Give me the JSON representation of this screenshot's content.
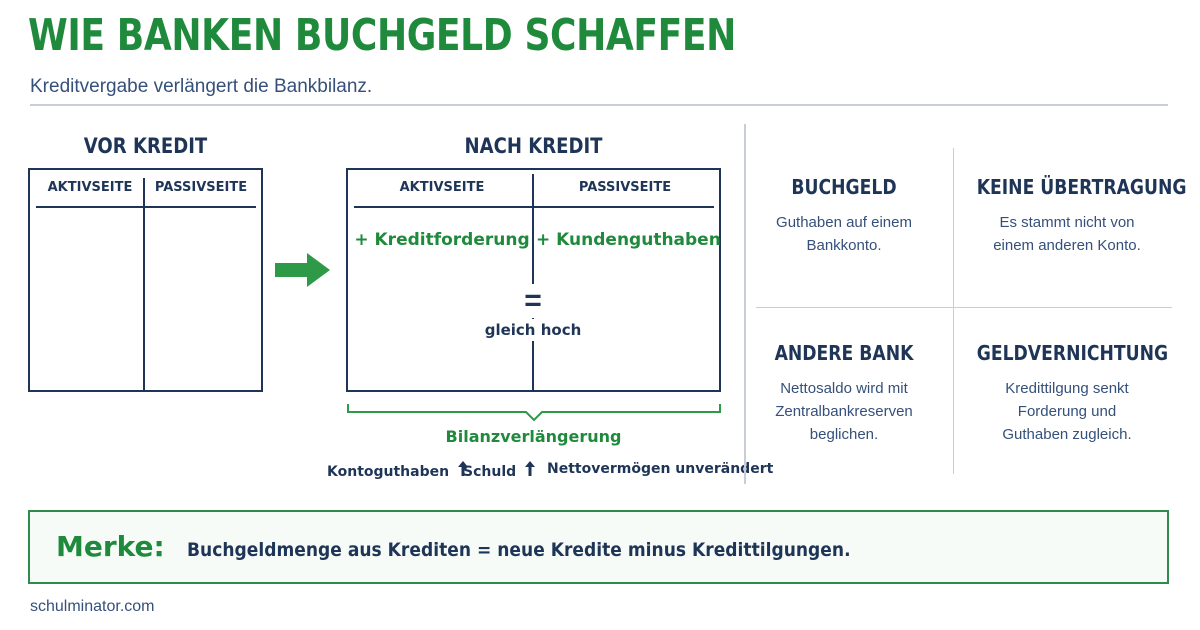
{
  "title": "WIE BANKEN BUCHGELD SCHAFFEN",
  "subtitle": "Kreditvergabe verlängert die Bankbilanz.",
  "before": {
    "heading": "VOR KREDIT",
    "col_left": "AKTIVSEITE",
    "col_right": "PASSIVSEITE"
  },
  "after": {
    "heading": "NACH KREDIT",
    "col_left": "AKTIVSEITE",
    "col_right": "PASSIVSEITE",
    "entry_left": "+ Kreditforderung",
    "entry_right": "+ Kundenguthaben",
    "equals_sign": "=",
    "equals_label": "gleich hoch",
    "brace_label": "Bilanzverlängerung"
  },
  "notes": [
    {
      "label": "Kontoguthaben",
      "arrow": "🠕"
    },
    {
      "label": "Schuld",
      "arrow": "🠕"
    },
    {
      "label": "Nettovermögen unverändert",
      "arrow": ""
    }
  ],
  "cards": [
    {
      "title": "BUCHGELD",
      "text": "Guthaben auf einem\nBankkonto."
    },
    {
      "title": "KEINE ÜBERTRAGUNG",
      "text": "Es stammt nicht von\neinem anderen Konto."
    },
    {
      "title": "ANDERE BANK",
      "text": "Nettosaldo wird mit\nZentralbankreserven\nbeglichen."
    },
    {
      "title": "GELDVERNICHTUNG",
      "text": "Kredittilgung senkt\nForderung und\nGuthaben zugleich."
    }
  ],
  "merke": {
    "label": "Merke:",
    "text": "Buchgeldmenge aus Krediten = neue Kredite minus Kredittilgungen."
  },
  "footer": "schulminator.com",
  "colors": {
    "green": "#1f8a3c",
    "navy": "#1f3557"
  },
  "icons": {
    "flow_arrow": "right-arrow-icon",
    "up_arrow": "up-arrow-icon"
  }
}
